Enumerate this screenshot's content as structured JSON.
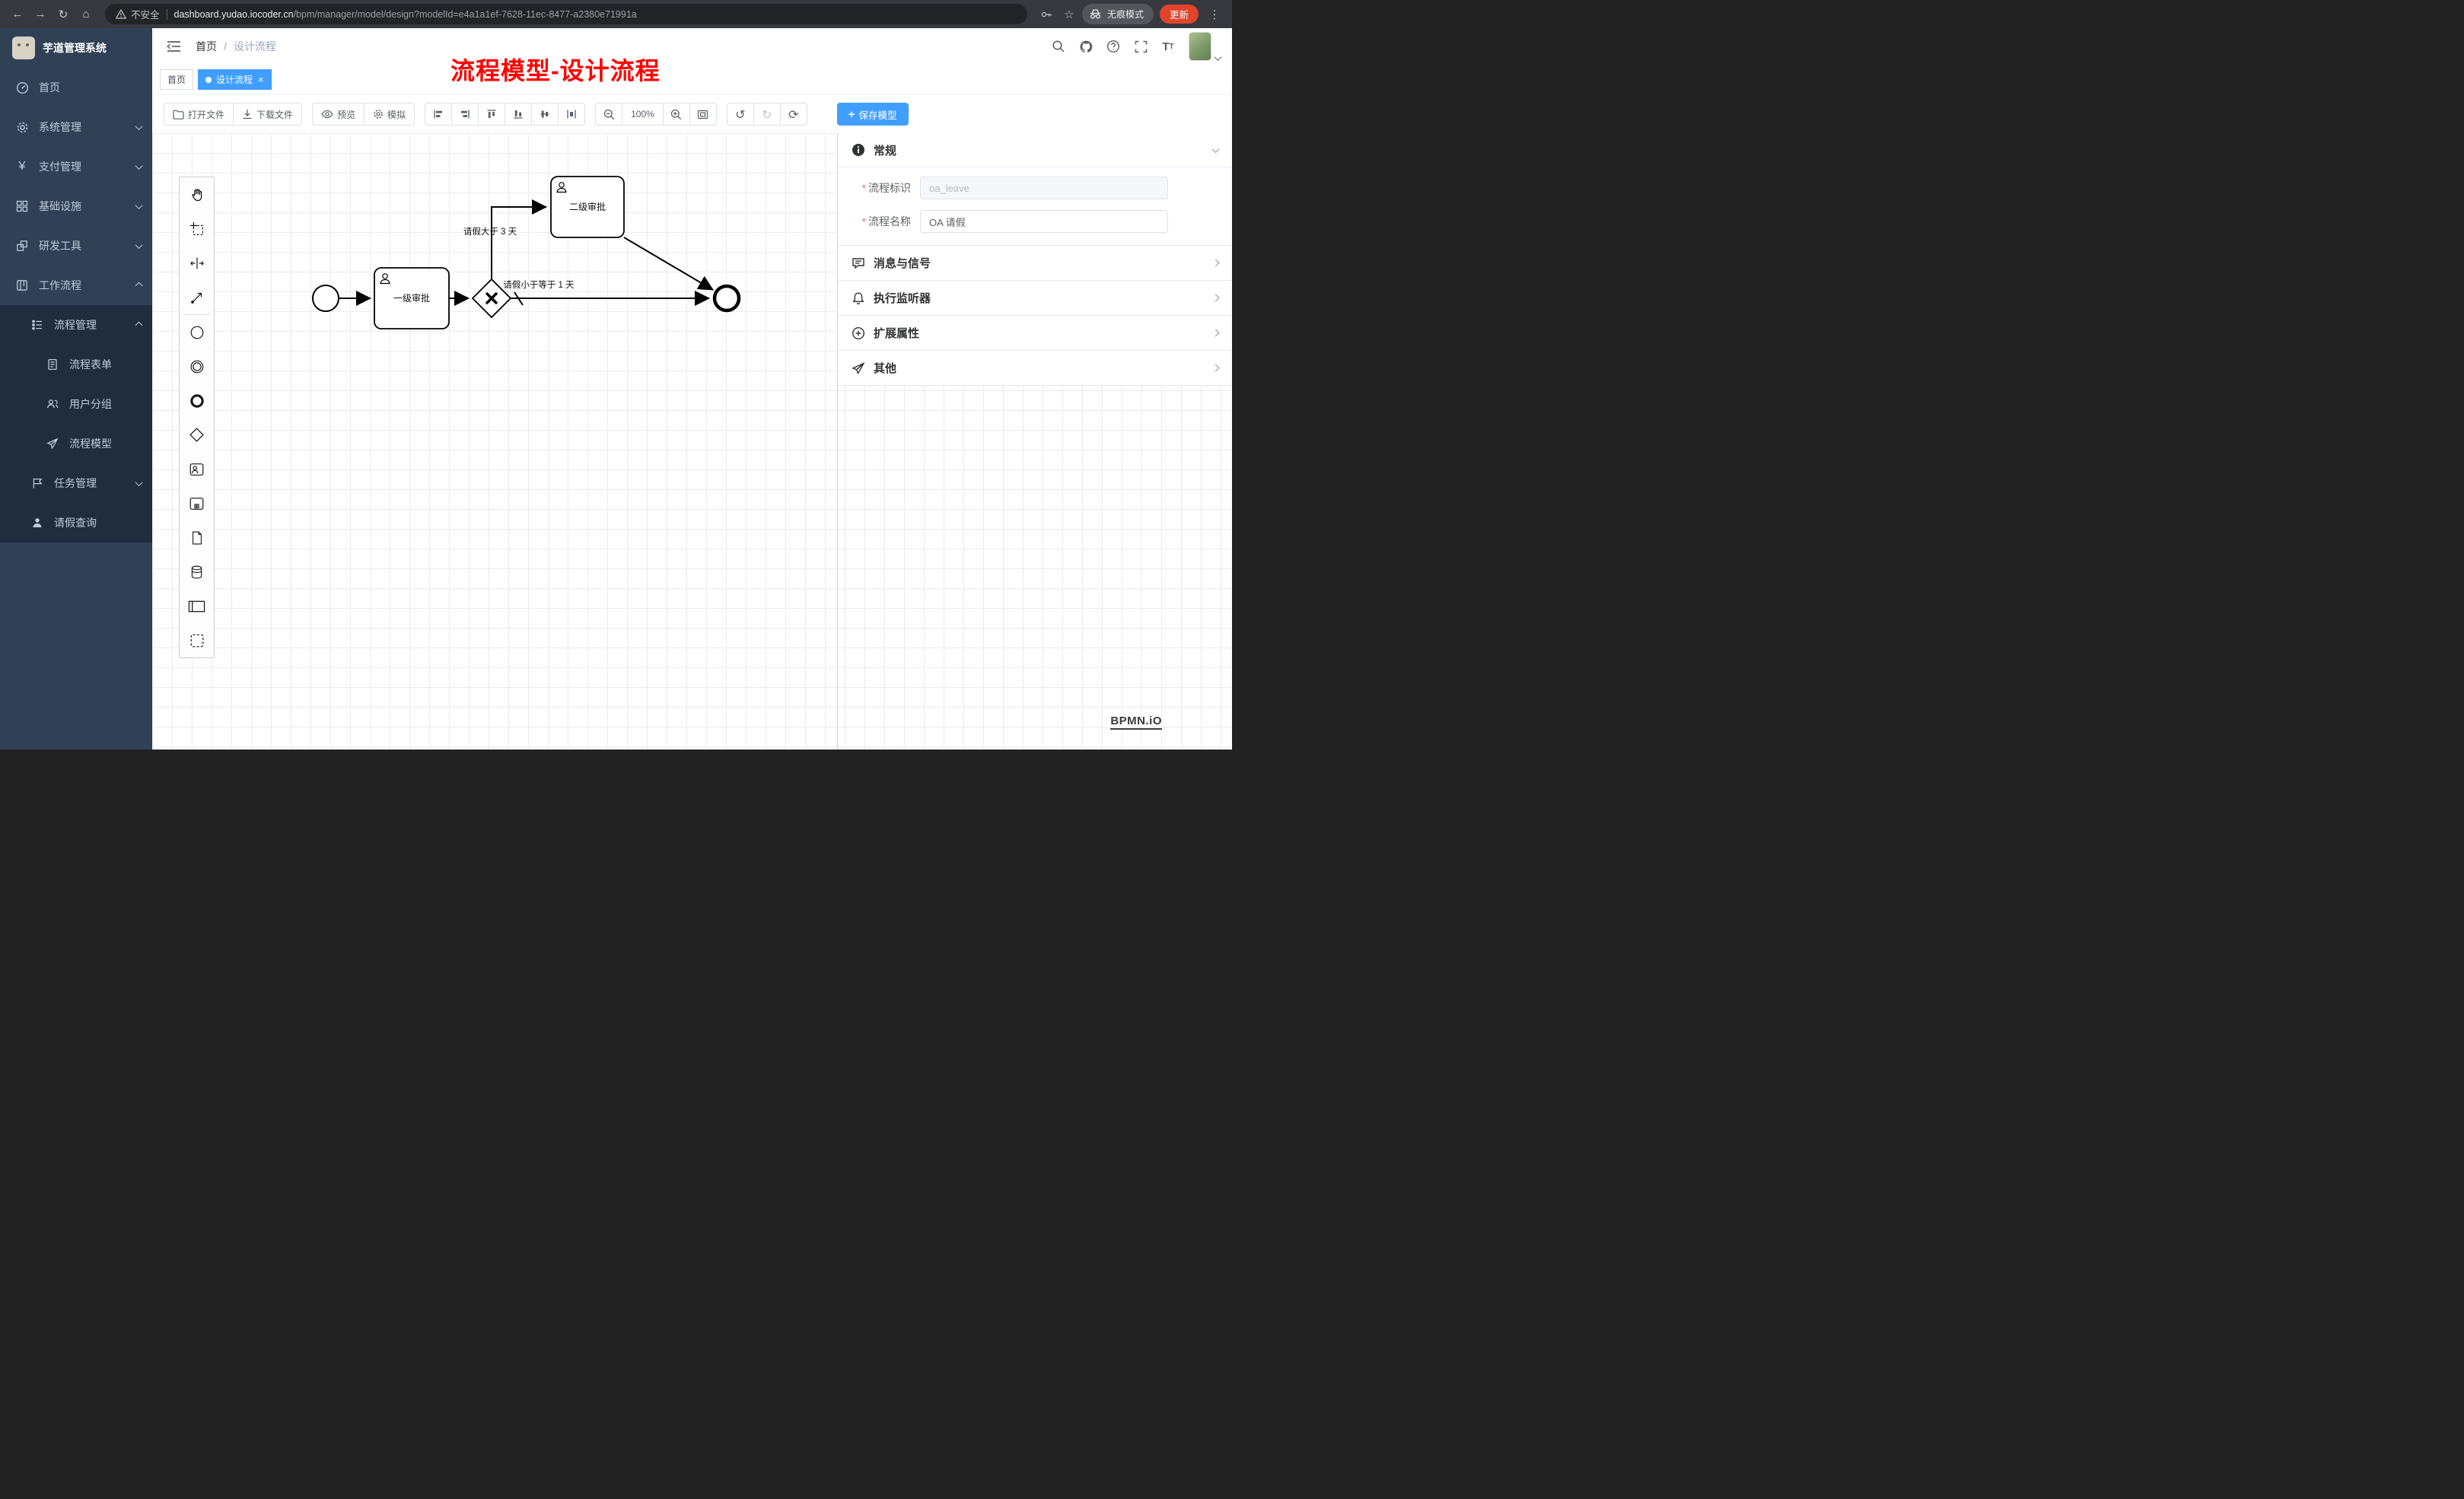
{
  "colors": {
    "accent": "#409eff",
    "sidebar_bg": "#304156",
    "submenu_bg": "#1f2d3d",
    "update_button": "#e0452c",
    "annotation": "#ff0000"
  },
  "browser": {
    "security_label": "不安全",
    "url_domain": "dashboard.yudao.iocoder.cn",
    "url_path": "/bpm/manager/model/design?modelId=e4a1a1ef-7628-11ec-8477-a2380e71991a",
    "incognito_label": "无痕模式",
    "update_label": "更新"
  },
  "sidebar": {
    "logo_title": "芋道管理系统",
    "items": [
      {
        "label": "首页",
        "icon": "dashboard-icon"
      },
      {
        "label": "系统管理",
        "icon": "gear-icon"
      },
      {
        "label": "支付管理",
        "icon": "yen-icon"
      },
      {
        "label": "基础设施",
        "icon": "infrastructure-icon"
      },
      {
        "label": "研发工具",
        "icon": "tools-icon"
      },
      {
        "label": "工作流程",
        "icon": "workflow-icon"
      },
      {
        "label": "流程管理",
        "icon": "process-manage-icon"
      },
      {
        "label": "流程表单",
        "icon": "form-icon"
      },
      {
        "label": "用户分组",
        "icon": "user-group-icon"
      },
      {
        "label": "流程模型",
        "icon": "process-model-icon"
      },
      {
        "label": "任务管理",
        "icon": "task-manage-icon"
      },
      {
        "label": "请假查询",
        "icon": "leave-query-icon"
      }
    ]
  },
  "header": {
    "breadcrumb_home": "首页",
    "breadcrumb_separator": "/",
    "breadcrumb_current": "设计流程"
  },
  "tabs": [
    {
      "label": "首页",
      "active": false
    },
    {
      "label": "设计流程",
      "active": true
    }
  ],
  "annotation_text": "流程模型-设计流程",
  "toolbar": {
    "open_file": "打开文件",
    "download_file": "下载文件",
    "preview": "预览",
    "simulate": "模拟",
    "zoom_level": "100%",
    "save_model": "保存模型"
  },
  "diagram": {
    "nodes": [
      {
        "id": "start",
        "type": "start-event"
      },
      {
        "id": "task1",
        "type": "user-task",
        "label": "一级审批"
      },
      {
        "id": "gateway",
        "type": "exclusive-gateway"
      },
      {
        "id": "task2",
        "type": "user-task",
        "label": "二级审批"
      },
      {
        "id": "end",
        "type": "end-event"
      }
    ],
    "labels": {
      "task1": "一级审批",
      "task2": "二级审批",
      "condition_gt": "请假大于 3 天",
      "condition_lte": "请假小于等于 1 天"
    }
  },
  "properties": {
    "general": {
      "title": "常规"
    },
    "fields": [
      {
        "label": "流程标识",
        "value": "oa_leave",
        "required": true,
        "disabled": true
      },
      {
        "label": "流程名称",
        "value": "OA 请假",
        "required": true,
        "disabled": false
      }
    ],
    "sections": [
      {
        "title": "消息与信号",
        "icon": "message-icon"
      },
      {
        "title": "执行监听器",
        "icon": "bell-icon"
      },
      {
        "title": "扩展属性",
        "icon": "plus-circle-icon"
      },
      {
        "title": "其他",
        "icon": "send-icon"
      }
    ]
  },
  "canvas_logo": "BPMN.iO"
}
